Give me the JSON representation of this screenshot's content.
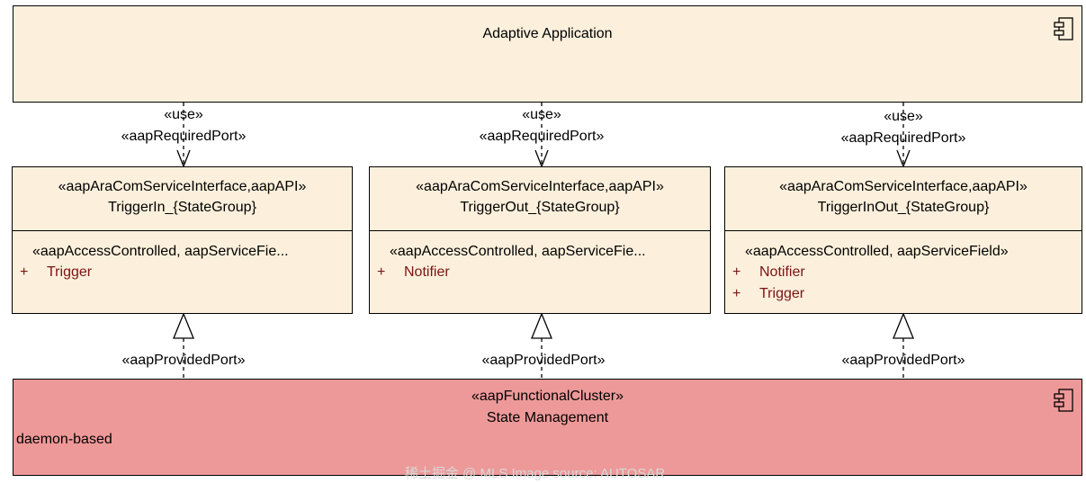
{
  "application": {
    "title": "Adaptive Application",
    "icon": "component-icon"
  },
  "required_links": [
    {
      "use_label": "«use»",
      "port_label": "«aapRequiredPort»"
    },
    {
      "use_label": "«use»",
      "port_label": "«aapRequiredPort»"
    },
    {
      "use_label": "«use»",
      "port_label": "«aapRequiredPort»"
    }
  ],
  "interfaces": [
    {
      "stereotype": "«aapAraComServiceInterface,aapAPI»",
      "name": "TriggerIn_{StateGroup}",
      "attr_stereotype": "«aapAccessControlled, aapServiceFie...",
      "attributes": [
        {
          "plus": "+",
          "name": "Trigger"
        }
      ]
    },
    {
      "stereotype": "«aapAraComServiceInterface,aapAPI»",
      "name": "TriggerOut_{StateGroup}",
      "attr_stereotype": "«aapAccessControlled, aapServiceFie...",
      "attributes": [
        {
          "plus": "+",
          "name": "Notifier"
        }
      ]
    },
    {
      "stereotype": "«aapAraComServiceInterface,aapAPI»",
      "name": "TriggerInOut_{StateGroup}",
      "attr_stereotype": "«aapAccessControlled, aapServiceField»",
      "attributes": [
        {
          "plus": "+",
          "name": "Notifier"
        },
        {
          "plus": "+",
          "name": "Trigger"
        }
      ]
    }
  ],
  "provided_links": [
    {
      "port_label": "«aapProvidedPort»"
    },
    {
      "port_label": "«aapProvidedPort»"
    },
    {
      "port_label": "«aapProvidedPort»"
    }
  ],
  "functional_cluster": {
    "stereotype": "«aapFunctionalCluster»",
    "name": "State Management",
    "note": "daemon-based",
    "icon": "component-icon"
  },
  "watermark": "稀土掘金 @ MLS Image source: AUTOSAR",
  "colors": {
    "box_fill": "#fcf0dc",
    "cluster_fill": "#ee9999",
    "attribute_text": "#7a1414"
  }
}
